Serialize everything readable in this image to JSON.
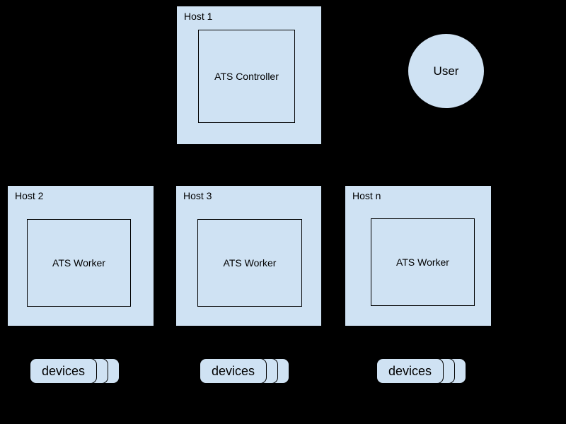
{
  "diagram": {
    "background_color": "#000000",
    "shape_fill_color": "#cfe2f3",
    "shape_border_color": "#000000",
    "hosts": [
      {
        "label": "Host 1",
        "inner_label": "ATS Controller"
      },
      {
        "label": "Host 2",
        "inner_label": "ATS Worker"
      },
      {
        "label": "Host 3",
        "inner_label": "ATS Worker"
      },
      {
        "label": "Host n",
        "inner_label": "ATS Worker"
      }
    ],
    "user": {
      "label": "User"
    },
    "device_stacks": [
      {
        "label": "devices"
      },
      {
        "label": "devices"
      },
      {
        "label": "devices"
      }
    ]
  }
}
